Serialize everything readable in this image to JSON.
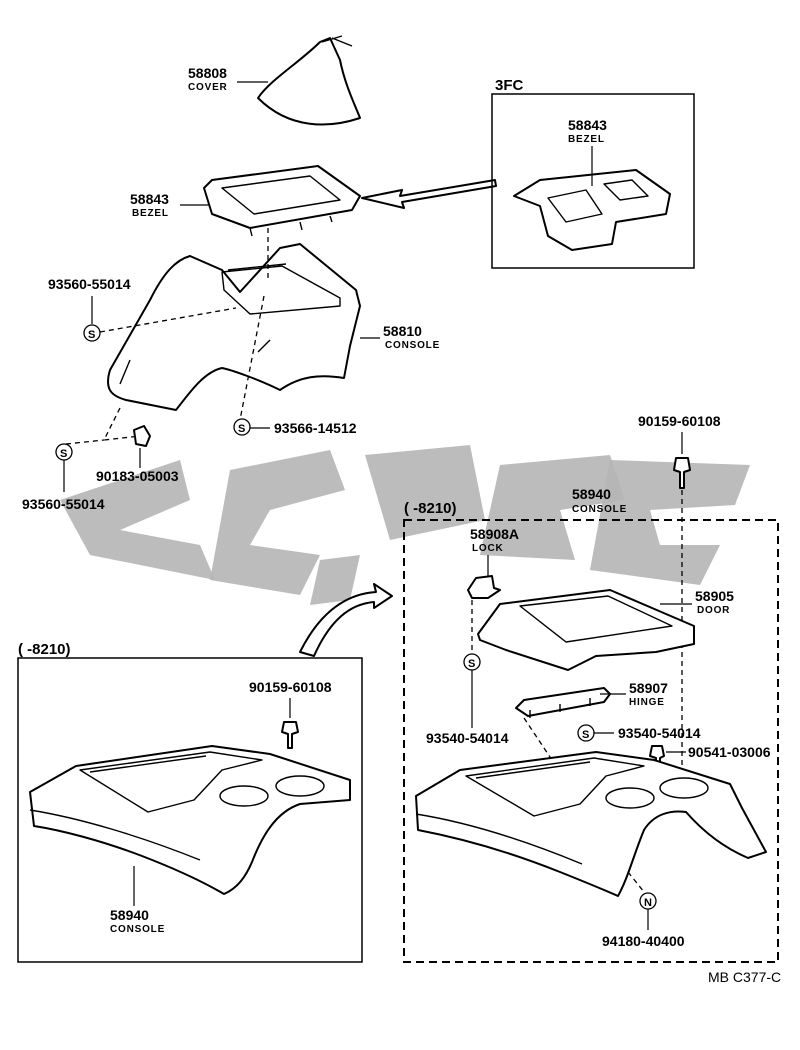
{
  "drawing_code": "MB C377-C",
  "frames": {
    "inset_3fc": {
      "label": "3FC"
    },
    "left_box": {
      "label": "(      -8210)"
    },
    "right_box": {
      "label": "(      -8210)"
    }
  },
  "callouts": {
    "cover_58808": {
      "part_no": "58808",
      "name": "COVER"
    },
    "bezel_58843_3fc": {
      "part_no": "58843",
      "name": "BEZEL"
    },
    "bezel_58843": {
      "part_no": "58843",
      "name": "BEZEL"
    },
    "screw_93560_a": {
      "part_no": "93560-55014"
    },
    "console_58810": {
      "part_no": "58810",
      "name": "CONSOLE"
    },
    "screw_93566": {
      "part_no": "93566-14512"
    },
    "clip_90183": {
      "part_no": "90183-05003"
    },
    "screw_93560_b": {
      "part_no": "93560-55014"
    },
    "bolt_90159_right": {
      "part_no": "90159-60108"
    },
    "console_58940_right": {
      "part_no": "58940",
      "name": "CONSOLE"
    },
    "lock_58908a": {
      "part_no": "58908A",
      "name": "LOCK"
    },
    "door_58905": {
      "part_no": "58905",
      "name": "DOOR"
    },
    "hinge_58907": {
      "part_no": "58907",
      "name": "HINGE"
    },
    "screw_93540_left": {
      "part_no": "93540-54014"
    },
    "screw_93540_right": {
      "part_no": "93540-54014"
    },
    "bolt_90541": {
      "part_no": "90541-03006"
    },
    "nut_94180": {
      "part_no": "94180-40400"
    },
    "bolt_90159_left": {
      "part_no": "90159-60108"
    },
    "console_58940_left": {
      "part_no": "58940",
      "name": "CONSOLE"
    }
  },
  "symbols": {
    "screw": "S",
    "nut": "N"
  }
}
